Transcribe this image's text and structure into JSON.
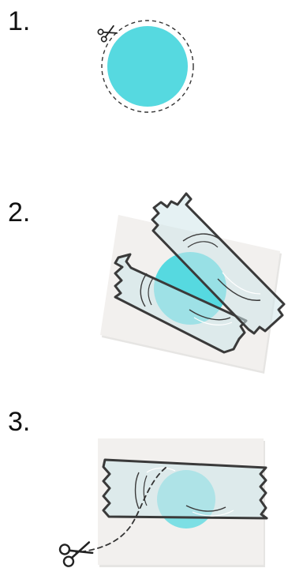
{
  "steps": [
    {
      "number": "1."
    },
    {
      "number": "2."
    },
    {
      "number": "3."
    }
  ],
  "colors": {
    "circle": "#56d9e0",
    "paper": "#f2f0ee",
    "paper_shadow": "#d6d3d0",
    "tape_fill": "#cfe6ea",
    "tape_stroke": "#3a3a3a",
    "dashed_line": "#333333",
    "scissors": "#222222"
  },
  "icons": {
    "scissors_small": "scissors-icon",
    "scissors_large": "scissors-icon"
  }
}
